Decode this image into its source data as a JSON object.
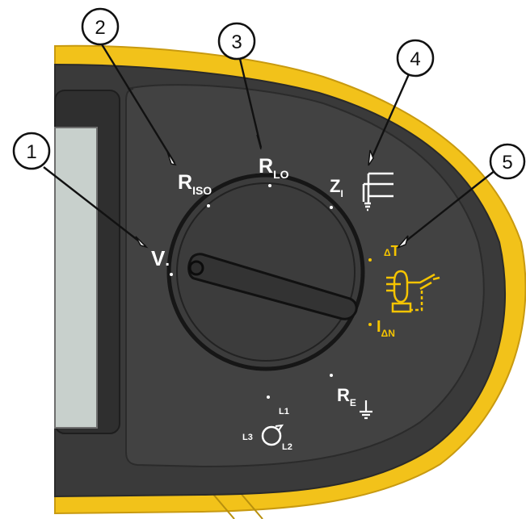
{
  "callouts": [
    {
      "number": "1"
    },
    {
      "number": "2"
    },
    {
      "number": "3"
    },
    {
      "number": "4"
    },
    {
      "number": "5"
    }
  ],
  "dial_labels": {
    "voltage": {
      "main": "V"
    },
    "insulation": {
      "main": "R",
      "sub": "ISO"
    },
    "continuity": {
      "main": "R",
      "sub": "LO"
    },
    "loop_impedance": {
      "main": "Z",
      "sub": "I"
    },
    "rcd_time": {
      "main": "T",
      "prefix": "Δ"
    },
    "rcd_current": {
      "main": "I",
      "sub": "ΔN"
    },
    "earth_resistance": {
      "main": "R",
      "sub": "E"
    },
    "phase_rotation": {
      "l1": "L1",
      "l2": "L2",
      "l3": "L3"
    }
  },
  "colors": {
    "housing": "#f2c21a",
    "panel": "#3e3e3e",
    "label_white": "#ffffff",
    "label_yellow": "#f5c400",
    "lcd": "#c8d0cc"
  },
  "icons": [
    "rotary-knob",
    "socket-icon",
    "rcd-icon",
    "ground-icon",
    "phase-rotation-icon"
  ]
}
